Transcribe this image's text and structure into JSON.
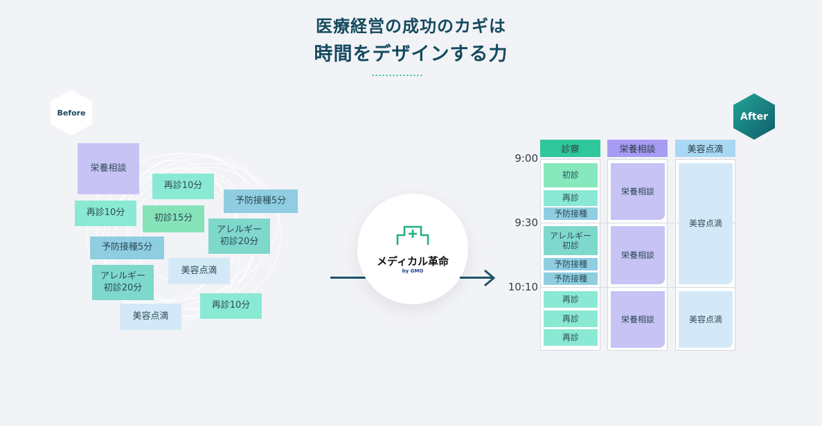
{
  "header": {
    "title_line1": "医療経営の成功のカギは",
    "title_line2": "時間をデザインする力"
  },
  "before": {
    "label": "Before",
    "notes": [
      {
        "text": "栄養相談",
        "color": "purple"
      },
      {
        "text": "再診10分",
        "color": "mint"
      },
      {
        "text": "予防接種5分",
        "color": "blue"
      },
      {
        "text": "再診10分",
        "color": "mint"
      },
      {
        "text": "初診15分",
        "color": "green"
      },
      {
        "text": "アレルギー\n初診20分",
        "color": "teal"
      },
      {
        "text": "予防接種5分",
        "color": "blue"
      },
      {
        "text": "美容点滴",
        "color": "lightblue"
      },
      {
        "text": "アレルギー\n初診20分",
        "color": "teal"
      },
      {
        "text": "再診10分",
        "color": "mint"
      },
      {
        "text": "美容点滴",
        "color": "lightblue"
      }
    ]
  },
  "logo": {
    "name": "メディカル革命",
    "by": "by GMO",
    "icon": "hospital-icon"
  },
  "after": {
    "label": "After",
    "times": [
      "9:00",
      "9:30",
      "10:10"
    ],
    "columns": [
      {
        "header": "診察",
        "color": "#2fc79b",
        "slots": [
          "初診",
          "再診",
          "予防接種",
          "アレルギー\n初診",
          "予防接種",
          "予防接種",
          "再診",
          "再診",
          "再診"
        ]
      },
      {
        "header": "栄養相談",
        "color": "#a89bf2",
        "slots": [
          "栄養相談",
          "栄養相談",
          "栄養相談"
        ]
      },
      {
        "header": "美容点滴",
        "color": "#a9d8f4",
        "slots": [
          "美容点滴",
          "美容点滴"
        ]
      }
    ]
  },
  "colors": {
    "title": "#154a5e",
    "background": "#f2f3f7",
    "accent": "#2cb8a0"
  }
}
